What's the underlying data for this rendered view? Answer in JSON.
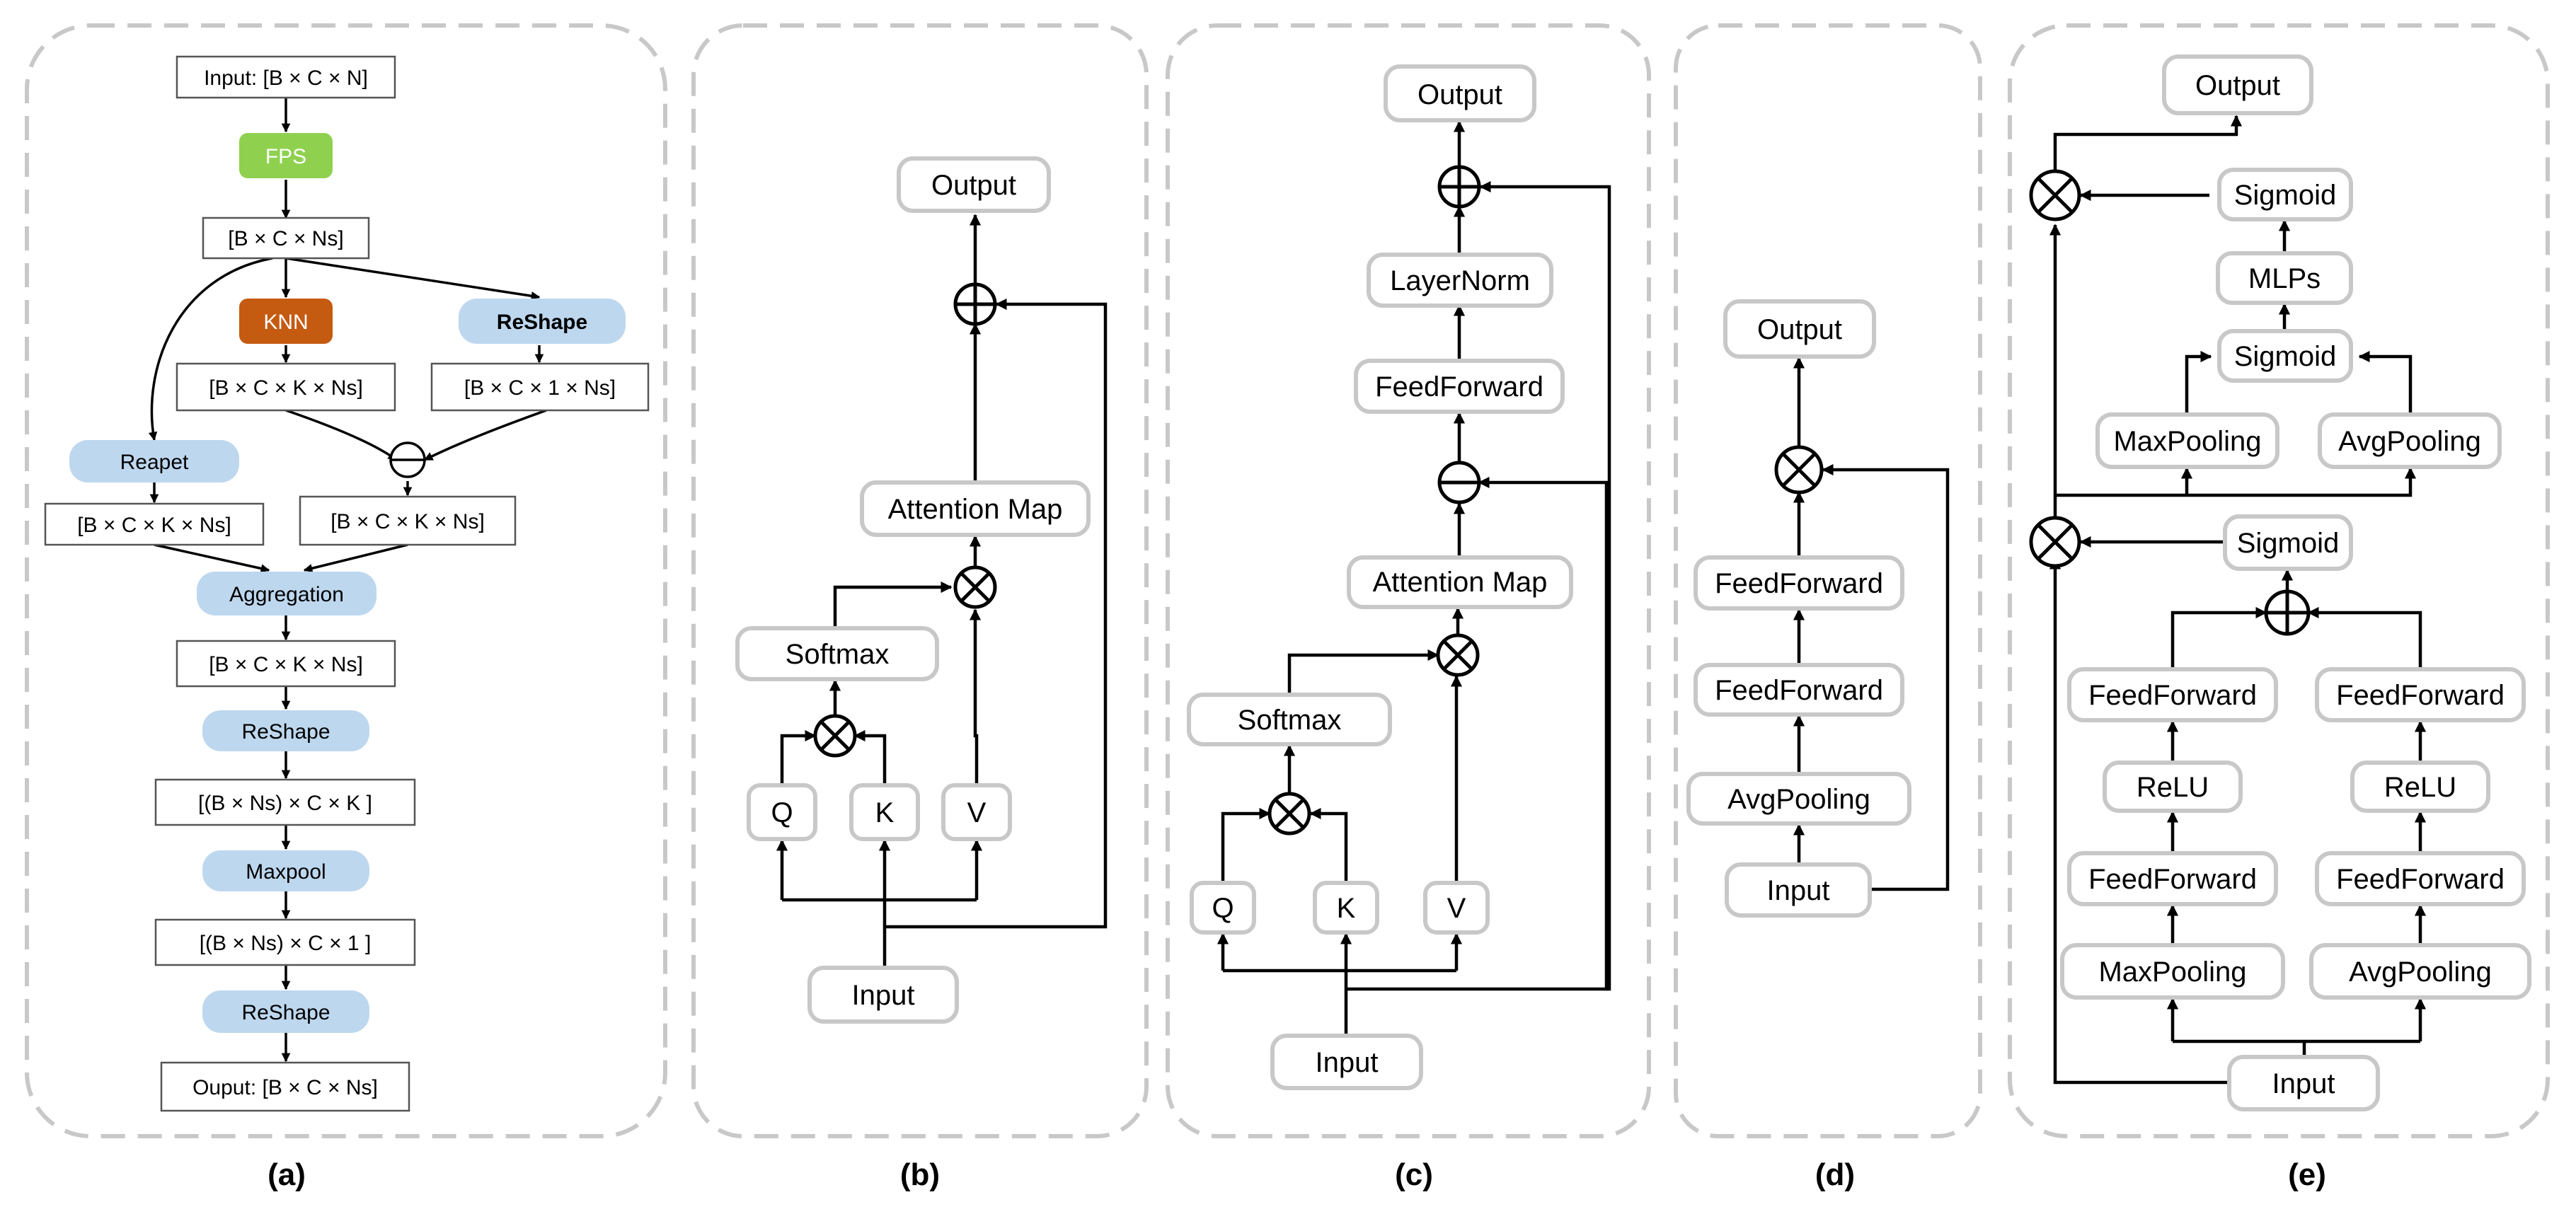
{
  "captions": {
    "a": "(a)",
    "b": "(b)",
    "c": "(c)",
    "d": "(d)",
    "e": "(e)"
  },
  "panel_a": {
    "input": "Input: [B × C × N]",
    "fps": "FPS",
    "b_c_ns": "[B × C × Ns]",
    "knn": "KNN",
    "reshape1": "ReShape",
    "knn_out": "[B × C × K × Ns]",
    "reshape_out": "[B × C × 1 × Ns]",
    "repeat": "Reapet",
    "repeat_out": "[B × C × K × Ns]",
    "sub_out": "[B × C × K × Ns]",
    "aggregation": "Aggregation",
    "agg_out": "[B × C × K × Ns]",
    "reshape2": "ReShape",
    "reshape2_out": "[(B × Ns) × C × K ]",
    "maxpool": "Maxpool",
    "maxpool_out": "[(B × Ns) × C × 1 ]",
    "reshape3": "ReShape",
    "output": "Ouput: [B × C × Ns]"
  },
  "panel_b": {
    "output": "Output",
    "attention_map": "Attention Map",
    "softmax": "Softmax",
    "q": "Q",
    "k": "K",
    "v": "V",
    "input": "Input"
  },
  "panel_c": {
    "output": "Output",
    "layernorm": "LayerNorm",
    "feedforward": "FeedForward",
    "attention_map": "Attention Map",
    "softmax": "Softmax",
    "q": "Q",
    "k": "K",
    "v": "V",
    "input": "Input"
  },
  "panel_d": {
    "output": "Output",
    "feedforward1": "FeedForward",
    "feedforward2": "FeedForward",
    "avgpooling": "AvgPooling",
    "input": "Input"
  },
  "panel_e": {
    "output": "Output",
    "sigmoid_top": "Sigmoid",
    "mlps": "MLPs",
    "sigmoid_mid": "Sigmoid",
    "maxpooling_top": "MaxPooling",
    "avgpooling_top": "AvgPooling",
    "sigmoid_low": "Sigmoid",
    "ff_left_top": "FeedForward",
    "relu_left": "ReLU",
    "ff_left_bottom": "FeedForward",
    "maxpooling_bottom": "MaxPooling",
    "ff_right_top": "FeedForward",
    "relu_right": "ReLU",
    "ff_right_bottom": "FeedForward",
    "avgpooling_bottom": "AvgPooling",
    "input": "Input"
  }
}
